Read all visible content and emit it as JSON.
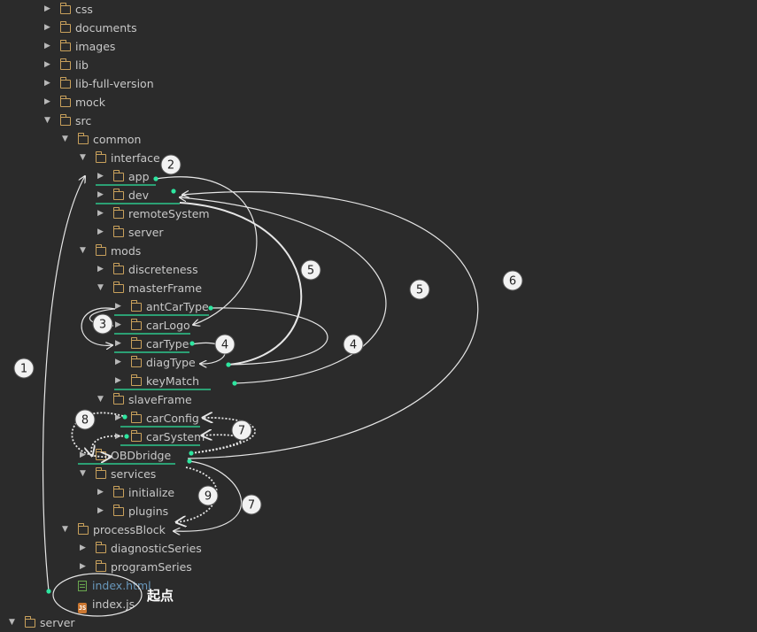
{
  "tree": [
    {
      "label": "css",
      "depth": 0,
      "state": "collapsed",
      "type": "folder"
    },
    {
      "label": "documents",
      "depth": 0,
      "state": "collapsed",
      "type": "folder"
    },
    {
      "label": "images",
      "depth": 0,
      "state": "collapsed",
      "type": "folder"
    },
    {
      "label": "lib",
      "depth": 0,
      "state": "collapsed",
      "type": "folder"
    },
    {
      "label": "lib-full-version",
      "depth": 0,
      "state": "collapsed",
      "type": "folder"
    },
    {
      "label": "mock",
      "depth": 0,
      "state": "collapsed",
      "type": "folder"
    },
    {
      "label": "src",
      "depth": 0,
      "state": "expanded",
      "type": "folder"
    },
    {
      "label": "common",
      "depth": 1,
      "state": "expanded",
      "type": "folder"
    },
    {
      "label": "interface",
      "depth": 2,
      "state": "expanded",
      "type": "folder"
    },
    {
      "label": "app",
      "depth": 3,
      "state": "collapsed",
      "type": "folder"
    },
    {
      "label": "dev",
      "depth": 3,
      "state": "collapsed",
      "type": "folder"
    },
    {
      "label": "remoteSystem",
      "depth": 3,
      "state": "collapsed",
      "type": "folder"
    },
    {
      "label": "server",
      "depth": 3,
      "state": "collapsed",
      "type": "folder"
    },
    {
      "label": "mods",
      "depth": 2,
      "state": "expanded",
      "type": "folder"
    },
    {
      "label": "discreteness",
      "depth": 3,
      "state": "collapsed",
      "type": "folder"
    },
    {
      "label": "masterFrame",
      "depth": 3,
      "state": "expanded",
      "type": "folder"
    },
    {
      "label": "antCarType",
      "depth": 4,
      "state": "collapsed",
      "type": "folder"
    },
    {
      "label": "carLogo",
      "depth": 4,
      "state": "collapsed",
      "type": "folder"
    },
    {
      "label": "carType",
      "depth": 4,
      "state": "collapsed",
      "type": "folder"
    },
    {
      "label": "diagType",
      "depth": 4,
      "state": "collapsed",
      "type": "folder"
    },
    {
      "label": "keyMatch",
      "depth": 4,
      "state": "collapsed",
      "type": "folder"
    },
    {
      "label": "slaveFrame",
      "depth": 3,
      "state": "expanded",
      "type": "folder"
    },
    {
      "label": "carConfig",
      "depth": 4,
      "state": "collapsed",
      "type": "folder"
    },
    {
      "label": "carSystem",
      "depth": 4,
      "state": "collapsed",
      "type": "folder"
    },
    {
      "label": "OBDbridge",
      "depth": 2,
      "state": "collapsed",
      "type": "folder"
    },
    {
      "label": "services",
      "depth": 2,
      "state": "expanded",
      "type": "folder"
    },
    {
      "label": "initialize",
      "depth": 3,
      "state": "collapsed",
      "type": "folder"
    },
    {
      "label": "plugins",
      "depth": 3,
      "state": "collapsed",
      "type": "folder"
    },
    {
      "label": "processBlock",
      "depth": 1,
      "state": "expanded",
      "type": "folder"
    },
    {
      "label": "diagnosticSeries",
      "depth": 2,
      "state": "collapsed",
      "type": "folder"
    },
    {
      "label": "programSeries",
      "depth": 2,
      "state": "collapsed",
      "type": "folder"
    },
    {
      "label": "index.html",
      "depth": 1,
      "state": "none",
      "type": "html"
    },
    {
      "label": "index.js",
      "depth": 1,
      "state": "none",
      "type": "js"
    },
    {
      "label": "server",
      "depth": -1,
      "state": "expanded",
      "type": "folder"
    }
  ],
  "annotations": {
    "start_label": "起点",
    "step_numbers": [
      "1",
      "2",
      "3",
      "4",
      "4",
      "5",
      "5",
      "6",
      "7",
      "7",
      "8",
      "9"
    ]
  },
  "colors": {
    "background": "#2b2b2b",
    "text": "#c8c8c8",
    "folder": "#c9a15c",
    "html_file": "#6897bb",
    "dot": "#2ee6a0",
    "arrow": "#e6e6e6"
  },
  "icons": {
    "folder": "folder-icon",
    "html": "html-file-icon",
    "js": "js-file-icon",
    "collapsed": "triangle-right-icon",
    "expanded": "triangle-down-icon"
  }
}
